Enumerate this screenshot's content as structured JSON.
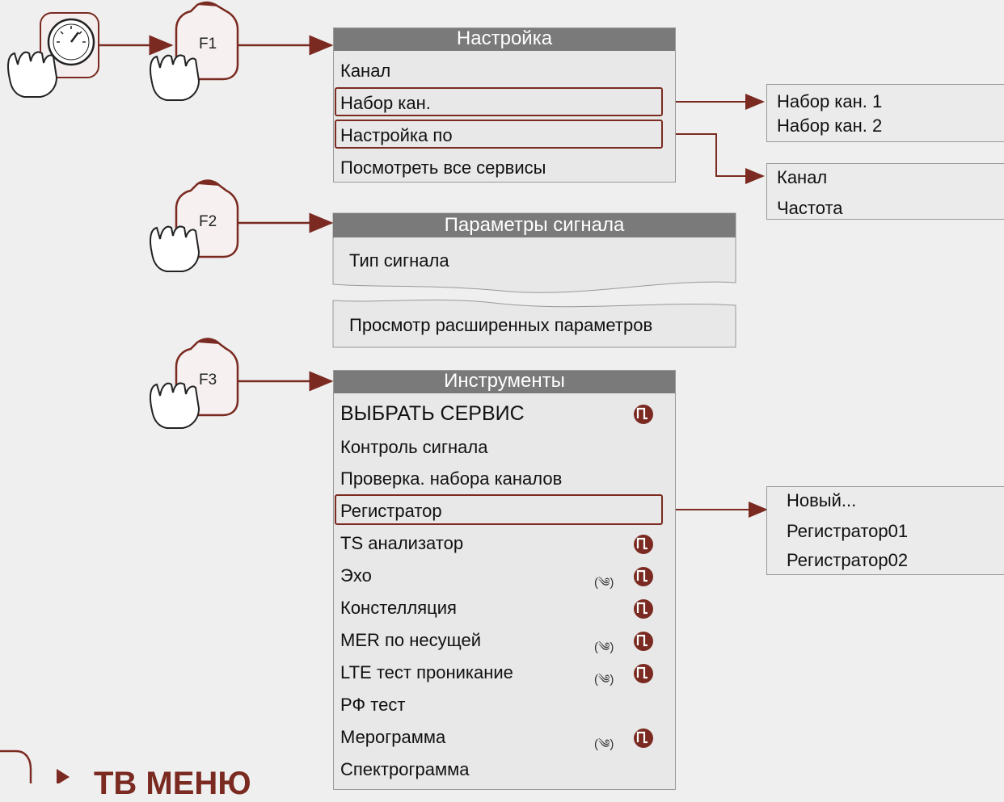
{
  "keys": {
    "f1": "F1",
    "f2": "F2",
    "f3": "F3"
  },
  "setup_menu": {
    "title": "Настройка",
    "items": [
      "Канал",
      "Набор кан.",
      "Настройка по",
      "Посмотреть все сервисы"
    ]
  },
  "channel_set_submenu": {
    "items": [
      "Набор кан. 1",
      "Набор кан. 2"
    ]
  },
  "tune_by_submenu": {
    "items": [
      "Канал",
      "Частота"
    ]
  },
  "signal_params_menu": {
    "title": "Параметры сигнала",
    "items": [
      "Тип сигнала",
      "Просмотр расширенных параметров"
    ]
  },
  "tools_menu": {
    "title": "Инструменты",
    "items": [
      "ВЫБРАТЬ СЕРВИС",
      "Контроль сигнала",
      "Проверка. набора каналов",
      "Регистратор",
      "TS анализатор",
      "Эхо",
      "Констелляция",
      "MER по несущей",
      "LTE тест проникание",
      "РФ тест",
      "Мерограмма",
      "Спектрограмма"
    ],
    "antenna_symbol": "(༄)"
  },
  "logger_submenu": {
    "items": [
      "Новый...",
      "Регистратор01",
      "Регистратор02"
    ]
  },
  "footer": {
    "title": "ТВ МЕНЮ"
  },
  "colors": {
    "accent": "#7a2a20",
    "header": "#7a7a7a",
    "panel": "#e8e8e8"
  },
  "icons": [
    "hand-pointer-icon",
    "gauge-icon",
    "pulse-badge-icon",
    "antenna-icon"
  ]
}
